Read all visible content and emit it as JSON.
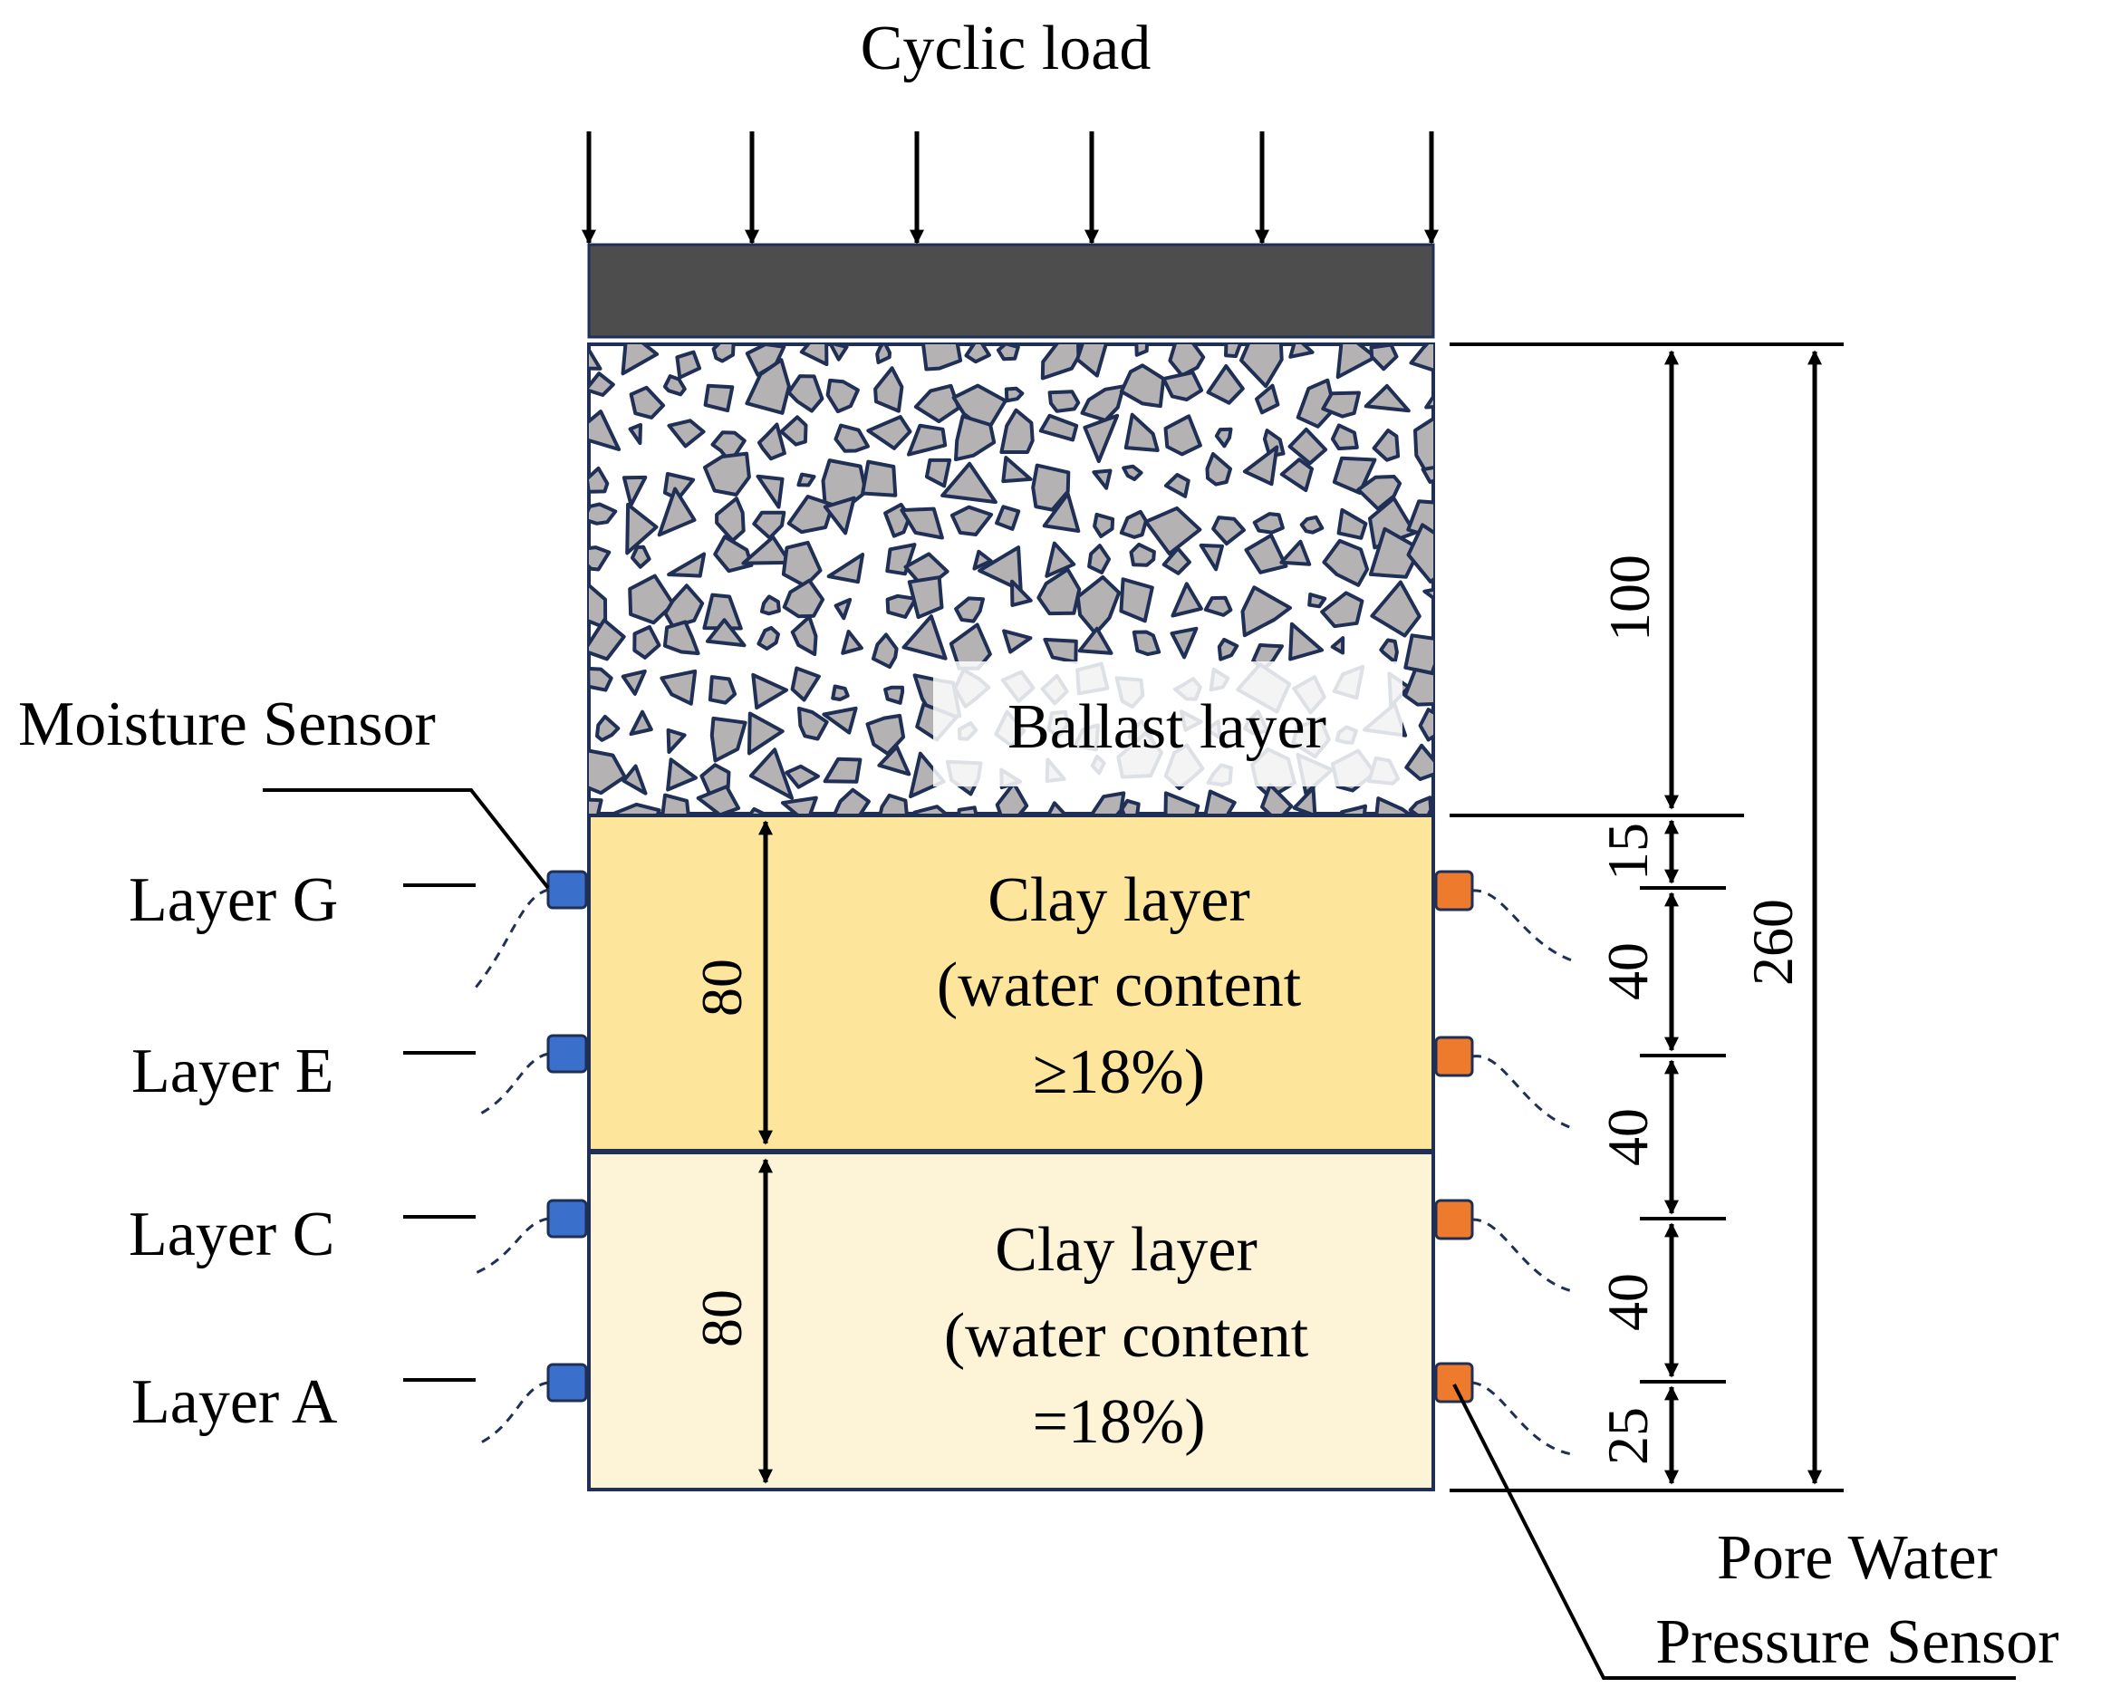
{
  "load": {
    "label": "Cyclic load"
  },
  "layers": {
    "ballast": {
      "label": "Ballast layer"
    },
    "clay_upper": {
      "line1": "Clay layer",
      "line2": "(water content",
      "line3": "≥18%)"
    },
    "clay_lower": {
      "line1": "Clay layer",
      "line2": "(water content",
      "line3": "=18%)"
    }
  },
  "sensors": {
    "moisture_label": "Moisture Sensor",
    "pore_label_line1": "Pore Water",
    "pore_label_line2": "Pressure Sensor",
    "levels": [
      "Layer G",
      "Layer E",
      "Layer C",
      "Layer A"
    ]
  },
  "dimensions": {
    "ballast": "100",
    "s1": "15",
    "s2": "40",
    "s3": "40",
    "s4": "40",
    "s5": "25",
    "total": "260",
    "clay_upper": "80",
    "clay_lower": "80"
  },
  "colors": {
    "loading_plate": "#4d4d4d",
    "stone_fill": "#b5b2b4",
    "stone_edge": "#1f2f55",
    "clay_upper": "#fde59b",
    "clay_lower": "#fdf4d8",
    "moisture_sensor": "#3a6fcb",
    "pore_sensor": "#ee7a2e"
  }
}
